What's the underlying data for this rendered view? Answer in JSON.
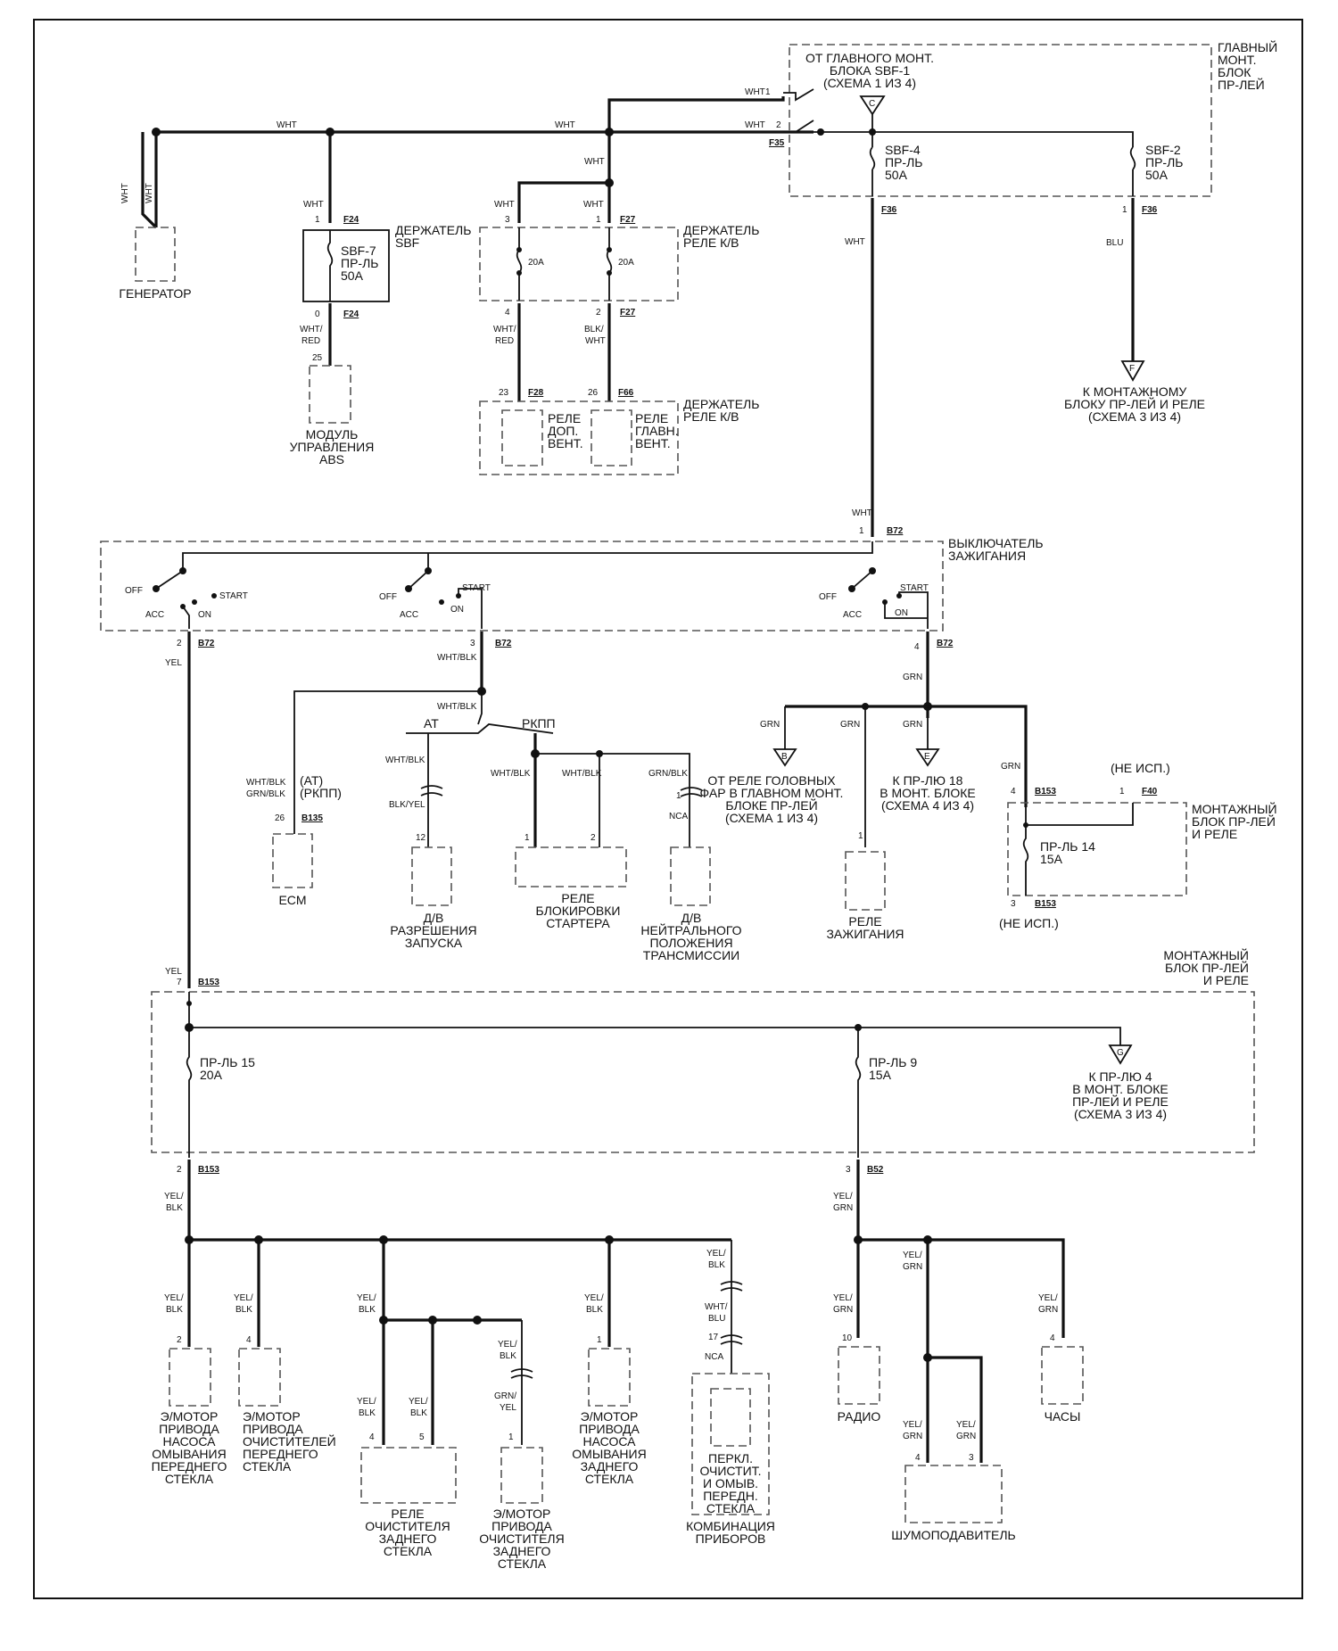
{
  "connectors": {
    "f35": "F35",
    "f24": "F24",
    "f27": "F27",
    "f28": "F28",
    "f66": "F66",
    "f36": "F36",
    "b72": "B72",
    "b135": "B135",
    "b153": "B153",
    "f40": "F40",
    "b52": "B52"
  },
  "wire_colors": {
    "wht": "WHT",
    "wht_red": "WHT/ RED",
    "blk_wht": "BLK/ WHT",
    "blu": "BLU",
    "yel": "YEL",
    "wht_blk": "WHT/BLK",
    "grn": "GRN",
    "blk_yel": "BLK/YEL",
    "grn_blk": "GRN/BLK",
    "grn_blk_pkpp": "GRN/BLK",
    "yel_blk": "YEL/ BLK",
    "yel_grn": "YEL/ GRN",
    "wht_blu": "WHT/ BLU",
    "grn_yel": "GRN/ YEL",
    "nca": "NCA"
  },
  "main_block": {
    "source": [
      "ОТ ГЛАВНОГО МОНТ.",
      "БЛОКА SBF-1",
      "(СХЕМА 1 ИЗ 4)"
    ],
    "title": [
      "ГЛАВНЫЙ",
      "МОНТ.",
      "БЛОК",
      "ПР-ЛЕЙ"
    ],
    "fuse_a": [
      "SBF-4",
      "ПР-ЛЬ",
      "50A"
    ],
    "fuse_b": [
      "SBF-2",
      "ПР-ЛЬ",
      "50A"
    ],
    "ref_c": "C"
  },
  "sbf_holder": {
    "title": [
      "ДЕРЖАТЕЛЬ",
      "SBF"
    ],
    "fuse": [
      "SBF-7",
      "ПР-ЛЬ",
      "50A"
    ]
  },
  "ac_relay_holder": {
    "title": [
      "ДЕРЖАТЕЛЬ",
      "РЕЛЕ К/В"
    ],
    "fuse_a": "20A",
    "fuse_b": "20A"
  },
  "ac_relay_holder2": {
    "title": [
      "ДЕРЖАТЕЛЬ",
      "РЕЛЕ К/В"
    ],
    "relay_a": [
      "РЕЛЕ",
      "ДОП.",
      "ВЕНТ."
    ],
    "relay_b": [
      "РЕЛЕ",
      "ГЛАВН.",
      "ВЕНТ."
    ]
  },
  "generator": "ГЕНЕРАТОР",
  "abs": [
    "МОДУЛЬ",
    "УПРАВЛЕНИЯ",
    "ABS"
  ],
  "ref_f": {
    "letter": "F",
    "text": [
      "К МОНТАЖНОМУ",
      "БЛОКУ ПР-ЛЕЙ И РЕЛЕ",
      "(СХЕМА 3  ИЗ 4)"
    ]
  },
  "ignition": {
    "title": [
      "ВЫКЛЮЧАТЕЛЬ",
      "ЗАЖИГАНИЯ"
    ],
    "off": "OFF",
    "acc": "ACC",
    "on": "ON",
    "start": "START"
  },
  "branches": {
    "at": "AT",
    "pkpp": "РКПП",
    "at_paren": "(AT)",
    "pkpp_paren": "(РКПП)"
  },
  "components": {
    "ecm": "ECM",
    "start_sensor": [
      "Д/В",
      "РАЗРЕШЕНИЯ",
      "ЗАПУСКА"
    ],
    "starter_relay": [
      "РЕЛЕ",
      "БЛОКИРОВКИ",
      "СТАРТЕРА"
    ],
    "neutral_sensor": [
      "Д/В",
      "НЕЙТРАЛЬНОГО",
      "ПОЛОЖЕНИЯ",
      "ТРАНСМИССИИ"
    ],
    "ign_relay": [
      "РЕЛЕ",
      "ЗАЖИГАНИЯ"
    ]
  },
  "ref_b": {
    "letter": "B",
    "text": [
      "ОТ РЕЛЕ ГОЛОВНЫХ",
      "ФАР В ГЛАВНОМ МОНТ.",
      "БЛОКЕ ПР-ЛЕЙ",
      "(СХЕМА 1 ИЗ 4)"
    ]
  },
  "ref_e": {
    "letter": "E",
    "text": [
      "К ПР-ЛЮ 18",
      "В МОНТ. БЛОКЕ",
      "(СХЕМА 4 ИЗ 4)"
    ]
  },
  "right_block": {
    "title": [
      "МОНТАЖНЫЙ",
      "БЛОК ПР-ЛЕЙ",
      "И РЕЛЕ"
    ],
    "not_used": "(НЕ ИСП.)",
    "fuse": [
      "ПР-ЛЬ 14",
      "15A"
    ]
  },
  "lower_block": {
    "title": [
      "МОНТАЖНЫЙ",
      "БЛОК ПР-ЛЕЙ",
      "И РЕЛЕ"
    ],
    "fuse15": [
      "ПР-ЛЬ 15",
      "20A"
    ],
    "fuse9": [
      "ПР-ЛЬ 9",
      "15A"
    ],
    "ref_g": {
      "letter": "G",
      "text": [
        "К ПР-ЛЮ 4",
        "В МОНТ. БЛОКЕ",
        "ПР-ЛЕЙ И РЕЛЕ",
        "(СХЕМА 3  ИЗ 4)"
      ]
    }
  },
  "loads": {
    "front_washer": [
      "Э/МОТОР",
      "ПРИВОДА",
      "НАСОСА",
      "ОМЫВАНИЯ",
      "ПЕРЕДНЕГО",
      "СТЕКЛА"
    ],
    "front_wiper": [
      "Э/МОТОР",
      "ПРИВОДА",
      "ОЧИСТИТЕЛЕЙ",
      "ПЕРЕДНЕГО",
      "СТЕКЛА"
    ],
    "rear_wiper_relay": [
      "РЕЛЕ",
      "ОЧИСТИТЕЛЯ",
      "ЗАДНЕГО",
      "СТЕКЛА"
    ],
    "rear_wiper_motor": [
      "Э/МОТОР",
      "ПРИВОДА",
      "ОЧИСТИТЕЛЯ",
      "ЗАДНЕГО",
      "СТЕКЛА"
    ],
    "rear_washer": [
      "Э/МОТОР",
      "ПРИВОДА",
      "НАСОСА",
      "ОМЫВАНИЯ",
      "ЗАДНЕГО",
      "СТЕКЛА"
    ],
    "wiper_switch": [
      "ПЕРКЛ.",
      "ОЧИСТИТ.",
      "И ОМЫВ.",
      "ПЕРЕДН.",
      "СТЕКЛА"
    ],
    "cluster": [
      "КОМБИНАЦИЯ",
      "ПРИБОРОВ"
    ],
    "radio": "РАДИО",
    "noise": "ШУМОПОДАВИТЕЛЬ",
    "clock": "ЧАСЫ"
  }
}
